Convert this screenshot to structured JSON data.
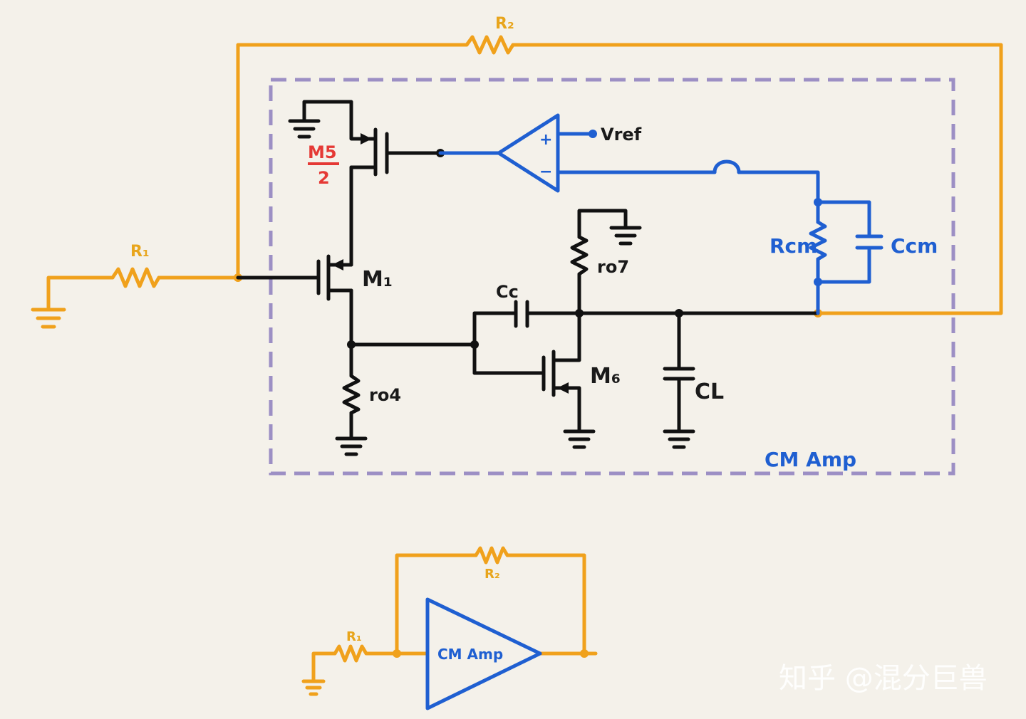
{
  "colors": {
    "background": "#f4f1ea",
    "wire_black": "#111111",
    "wire_orange": "#f0a11c",
    "wire_blue": "#1f5fd1",
    "box_purple": "#9c8fc4",
    "label_red": "#e53935"
  },
  "labels": {
    "r1": "R₁",
    "r2": "R₂",
    "m1": "M₁",
    "m5_num": "M5",
    "m5_den": "2",
    "m6": "M₆",
    "ro4": "ro4",
    "ro7": "ro7",
    "cc": "Cc",
    "cl": "CL",
    "vref": "Vref",
    "plus": "+",
    "minus": "−",
    "rcm": "Rcm",
    "ccm": "Ccm",
    "box_title": "CM  Amp",
    "small_r1": "R₁",
    "small_r2": "R₂",
    "small_amp": "CM Amp",
    "watermark": "知乎 @混分巨兽"
  }
}
